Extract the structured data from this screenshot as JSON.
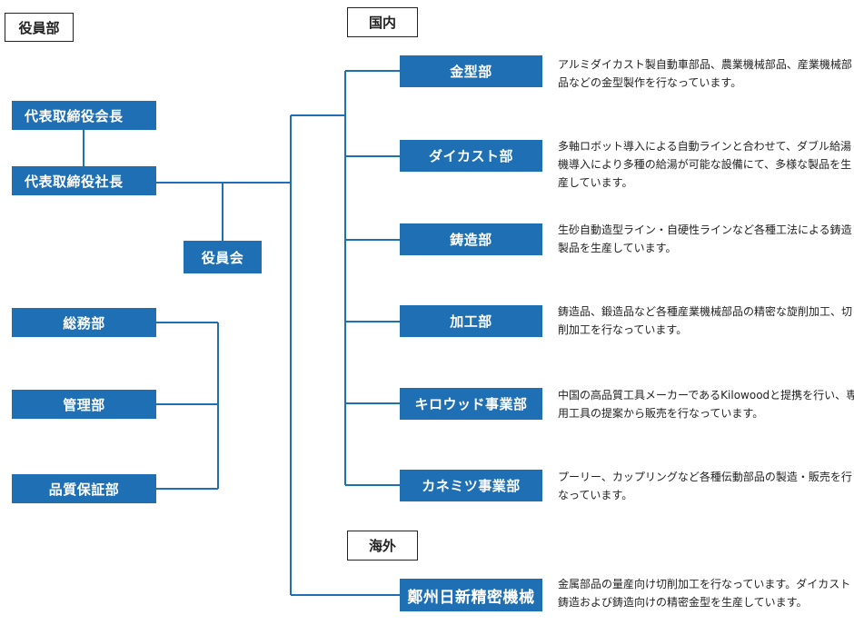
{
  "labels": {
    "officers": "役員部",
    "domestic": "国内",
    "overseas": "海外"
  },
  "executives": {
    "chairman": "代表取締役会長",
    "president": "代表取締役社長",
    "board": "役員会"
  },
  "admin_departments": [
    "総務部",
    "管理部",
    "品質保証部"
  ],
  "domestic_departments": [
    {
      "name": "金型部",
      "description": "アルミダイカスト製自動車部品、農業機械部品、産業機械部品などの金型製作を行なっています。"
    },
    {
      "name": "ダイカスト部",
      "description": "多軸ロボット導入による自動ラインと合わせて、ダブル給湯機導入により多種の給湯が可能な設備にて、多様な製品を生産しています。"
    },
    {
      "name": "鋳造部",
      "description": "生砂自動造型ライン・自硬性ラインなど各種工法による鋳造製品を生産しています。"
    },
    {
      "name": "加工部",
      "description": "鋳造品、鍛造品など各種産業機械部品の精密な旋削加工、切削加工を行なっています。"
    },
    {
      "name": "キロウッド事業部",
      "description": "中国の高品質工具メーカーであるKilowoodと提携を行い、専用工具の提案から販売を行なっています。"
    },
    {
      "name": "カネミツ事業部",
      "description": "プーリー、カップリングなど各種伝動部品の製造・販売を行なっています。"
    }
  ],
  "overseas_departments": [
    {
      "name": "鄭州日新精密機械",
      "description": "金属部品の量産向け切削加工を行なっています。ダイカスト鋳造および鋳造向けの精密金型を生産しています。"
    }
  ],
  "colors": {
    "box": "#1f6fb5",
    "line": "#1f6fb5",
    "text": "#222222"
  }
}
